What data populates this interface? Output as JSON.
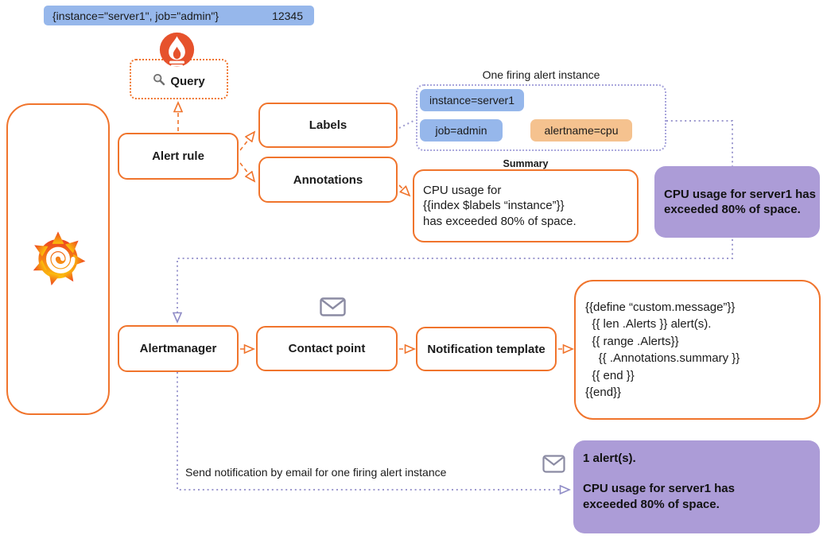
{
  "colors": {
    "accent_orange": "#F0742C",
    "label_blue": "#96B7EB",
    "label_peach": "#F5C28F",
    "message_purple": "#AC9CD7",
    "flow_purple_dotted": "#9D9ACF",
    "prometheus_red": "#E6522C",
    "email_icon_gray": "#8B8BA3"
  },
  "icons": {
    "prometheus": "flame-torch-in-red-circle",
    "grafana": "orange-spiral-sun",
    "query": "magnifier",
    "email": "envelope"
  },
  "query_bar": {
    "expression": "{instance=\"server1\", job=\"admin\"}",
    "value": "12345"
  },
  "query_box": {
    "label": "Query"
  },
  "alert_rule": {
    "label": "Alert rule"
  },
  "labels_box": {
    "label": "Labels"
  },
  "annotations_box": {
    "label": "Annotations"
  },
  "firing_instance": {
    "title": "One firing alert instance",
    "labels": [
      {
        "text": "instance=server1"
      },
      {
        "text": "job=admin"
      },
      {
        "text": "alertname=cpu"
      }
    ]
  },
  "summary": {
    "title": "Summary",
    "lines": [
      "CPU usage for",
      "{{index $labels “instance”}}",
      "has exceeded 80% of space."
    ]
  },
  "alert_message": {
    "lines": [
      "CPU usage for server1 has",
      "exceeded 80% of space."
    ]
  },
  "alertmanager": {
    "label": "Alertmanager"
  },
  "contact_point": {
    "label": "Contact point"
  },
  "notification_template": {
    "label": "Notification template"
  },
  "template_code": {
    "lines": [
      "{{define “custom.message”}}",
      "  {{ len .Alerts }} alert(s).",
      "  {{ range .Alerts}}",
      "    {{ .Annotations.summary }}",
      "  {{ end }}",
      "{{end}}"
    ]
  },
  "send_note": {
    "text": "Send notification by email for one firing alert instance"
  },
  "result_message": {
    "lines": [
      "1 alert(s).",
      "CPU usage for server1 has",
      "exceeded 80% of space."
    ]
  }
}
